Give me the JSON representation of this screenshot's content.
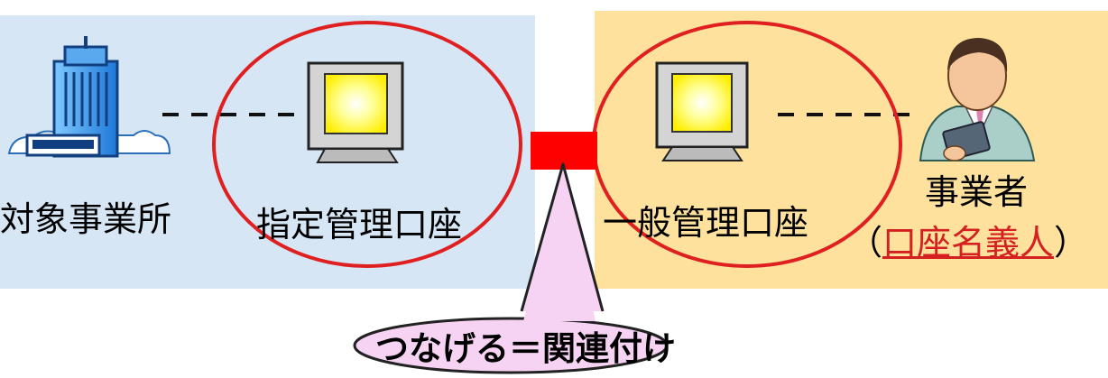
{
  "labels": {
    "target_office": "対象事業所",
    "designated_account": "指定管理口座",
    "general_account": "一般管理口座",
    "operator": "事業者",
    "holder_open": "（",
    "holder_name": "口座名義人",
    "holder_close": "）"
  },
  "callout": {
    "text": "つなげる＝関連付け"
  },
  "colors": {
    "left_panel": "#d6e6f5",
    "right_panel": "#fde19c",
    "ellipse": "#e02020",
    "connector": "#ff0000",
    "callout_fill": "#f7d3f3",
    "monitor_screen": "#ffff66"
  },
  "icons": {
    "building": "office-building-icon",
    "monitor_left": "computer-monitor-icon",
    "monitor_right": "computer-monitor-icon",
    "person": "businessman-icon"
  }
}
